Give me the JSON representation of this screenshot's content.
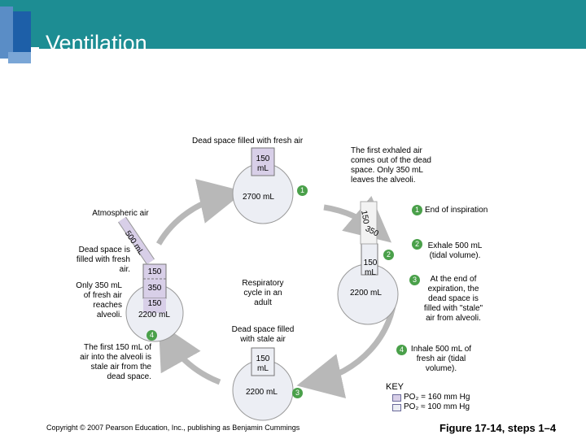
{
  "slide": {
    "title": "Ventilation",
    "copyright": "Copyright © 2007 Pearson Education, Inc., publishing as Benjamin Cummings",
    "figure_label": "Figure 17-14, steps 1–4"
  },
  "top": {
    "dead_space_label": "Dead space filled with fresh air",
    "dead_space_vol": "150 mL",
    "alveoli_vol": "2700 mL",
    "step": "1"
  },
  "first_exhaled_note": "The first exhaled air comes out of the dead space. Only 350 mL leaves the alveoli.",
  "left": {
    "atmospheric": "Atmospheric air",
    "arrow_label": "500 mL",
    "dead_space_note": "Dead space is filled with fresh air.",
    "only_note": "Only 350 mL of fresh air reaches alveoli.",
    "v150": "150",
    "v350": "350",
    "v150b": "150",
    "v2200": "2200 mL",
    "step": "4"
  },
  "first150_note": "The first 150 mL of air into the alveoli is stale air from the dead space.",
  "center": "Respiratory cycle in an adult",
  "bottom": {
    "stale_label": "Dead space filled with stale air",
    "dead_space_vol": "150 mL",
    "alveoli_vol": "2200 mL",
    "step": "3"
  },
  "right": {
    "arrow_150": "150",
    "arrow_350": "350",
    "dead_space_vol": "150 mL",
    "alveoli_vol": "2200 mL",
    "step": "2"
  },
  "steps": [
    {
      "num": "1",
      "text": "End of inspiration"
    },
    {
      "num": "2",
      "text": "Exhale 500 mL (tidal volume)."
    },
    {
      "num": "3",
      "text": "At the end of expiration, the dead space is filled with \"stale\" air from alveoli."
    },
    {
      "num": "4",
      "text": "Inhale 500 mL of fresh air (tidal volume)."
    }
  ],
  "key": {
    "title": "KEY",
    "items": [
      {
        "text": "PO₂ = 160 mm Hg",
        "color": "#d8cfe8"
      },
      {
        "text": "PO₂ ≈ 100 mm Hg",
        "color": "#eceef4"
      }
    ]
  },
  "colors": {
    "header": "#1d8d93",
    "lung_fill": "#eceef4",
    "dead_space_fill": "#d8cfe8",
    "step_badge": "#4aa04a",
    "cycle_arrow": "#b8b8b8"
  }
}
